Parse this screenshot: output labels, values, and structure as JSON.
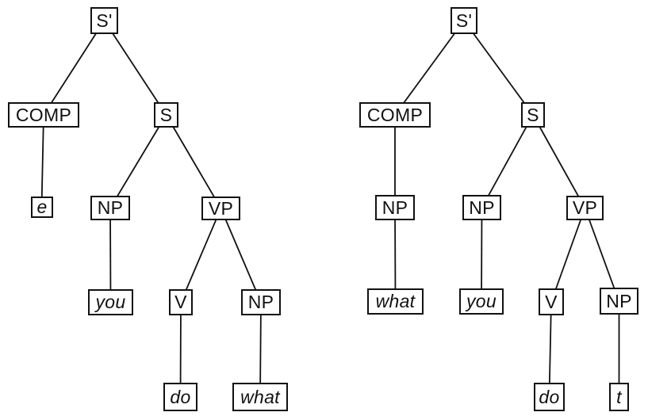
{
  "figure": {
    "background": "#ffffff",
    "line_color": "#111111",
    "box_border_color": "#111111",
    "box_fill_color": "#ffffff",
    "text_color": "#111111"
  },
  "trees": [
    {
      "name": "left-tree",
      "nodes": {
        "sbar": {
          "label": "S'",
          "terminal": false
        },
        "comp": {
          "label": "COMP",
          "terminal": false
        },
        "s": {
          "label": "S",
          "terminal": false
        },
        "e": {
          "label": "e",
          "terminal": true
        },
        "np1": {
          "label": "NP",
          "terminal": false
        },
        "vp": {
          "label": "VP",
          "terminal": false
        },
        "you": {
          "label": "you",
          "terminal": true
        },
        "v": {
          "label": "V",
          "terminal": false
        },
        "np2": {
          "label": "NP",
          "terminal": false
        },
        "do": {
          "label": "do",
          "terminal": true
        },
        "what": {
          "label": "what",
          "terminal": true
        }
      },
      "edges": [
        [
          "sbar",
          "comp"
        ],
        [
          "sbar",
          "s"
        ],
        [
          "comp",
          "e"
        ],
        [
          "s",
          "np1"
        ],
        [
          "s",
          "vp"
        ],
        [
          "np1",
          "you"
        ],
        [
          "vp",
          "v"
        ],
        [
          "vp",
          "np2"
        ],
        [
          "v",
          "do"
        ],
        [
          "np2",
          "what"
        ]
      ]
    },
    {
      "name": "right-tree",
      "nodes": {
        "sbar": {
          "label": "S'",
          "terminal": false
        },
        "comp": {
          "label": "COMP",
          "terminal": false
        },
        "s": {
          "label": "S",
          "terminal": false
        },
        "np1": {
          "label": "NP",
          "terminal": false
        },
        "np2": {
          "label": "NP",
          "terminal": false
        },
        "vp": {
          "label": "VP",
          "terminal": false
        },
        "what": {
          "label": "what",
          "terminal": true
        },
        "you": {
          "label": "you",
          "terminal": true
        },
        "v": {
          "label": "V",
          "terminal": false
        },
        "np3": {
          "label": "NP",
          "terminal": false
        },
        "do": {
          "label": "do",
          "terminal": true
        },
        "t": {
          "label": "t",
          "terminal": true
        }
      },
      "edges": [
        [
          "sbar",
          "comp"
        ],
        [
          "sbar",
          "s"
        ],
        [
          "comp",
          "np1"
        ],
        [
          "s",
          "np2"
        ],
        [
          "s",
          "vp"
        ],
        [
          "np1",
          "what"
        ],
        [
          "np2",
          "you"
        ],
        [
          "vp",
          "v"
        ],
        [
          "vp",
          "np3"
        ],
        [
          "v",
          "do"
        ],
        [
          "np3",
          "t"
        ]
      ]
    }
  ]
}
